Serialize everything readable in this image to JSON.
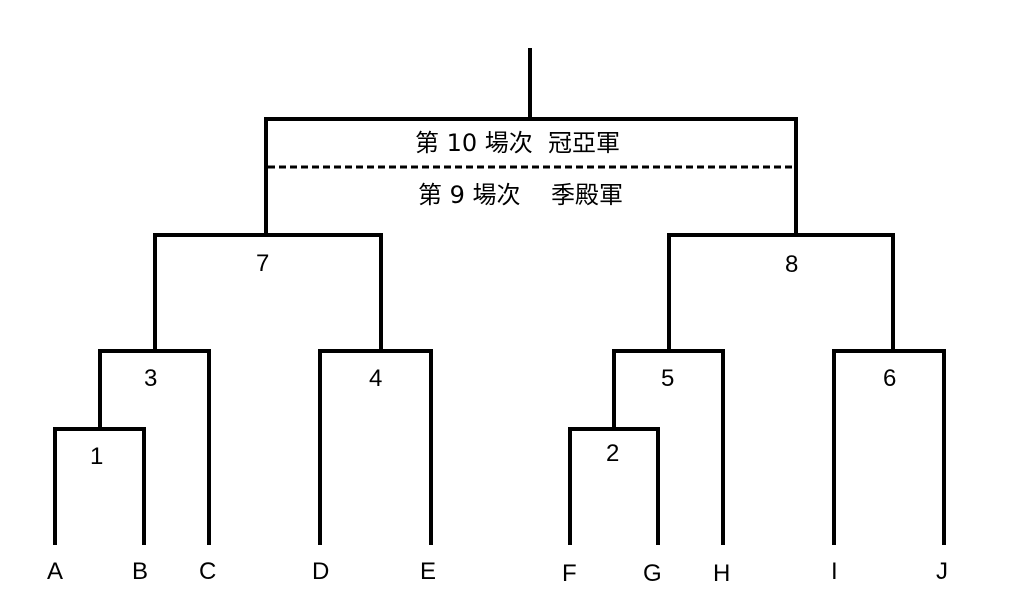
{
  "final": {
    "top_line": "第 10 場次  冠亞軍",
    "bottom_line": "第 9 場次    季殿軍"
  },
  "matches": {
    "m1": "1",
    "m2": "2",
    "m3": "3",
    "m4": "4",
    "m5": "5",
    "m6": "6",
    "m7": "7",
    "m8": "8"
  },
  "teams": [
    "A",
    "B",
    "C",
    "D",
    "E",
    "F",
    "G",
    "H",
    "I",
    "J"
  ]
}
